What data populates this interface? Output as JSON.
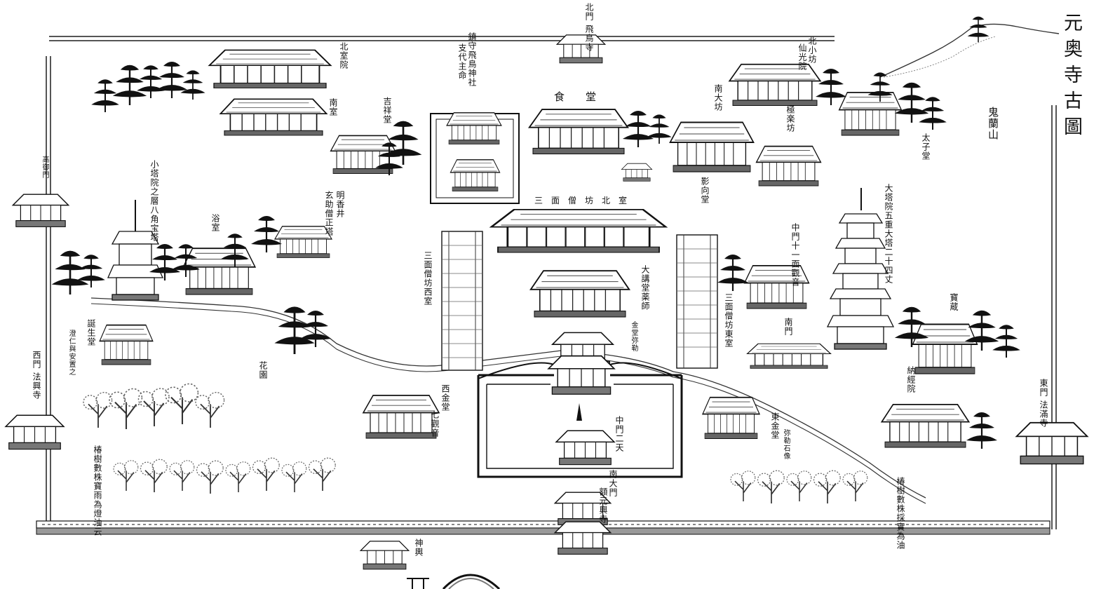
{
  "title": "元奥寺古圖",
  "colors": {
    "ink": "#111111",
    "paper": "#ffffff",
    "wall": "#555555"
  },
  "labels": {
    "north_gate": "北門 飛鳥寺",
    "hokushitsu_in": "北室院",
    "minami_shitsu": "南室",
    "shrine": "鎮守飛鳥神社",
    "shrine_sub": "支代主命",
    "kichijo_do": "吉祥堂",
    "jiki_do": "食堂",
    "kita_kobo": "北小坊",
    "senko_in": "仙光院",
    "minami_daibo": "南大坊",
    "gokuraku_bo": "極楽坊",
    "eikou_do": "影向堂",
    "taishi_do": "太子堂",
    "kiran_san": "鬼蘭山",
    "takamisu_gate": "高御門",
    "small_stupa": "小塔院之層八角宝塔",
    "myoko_sei": "明香井",
    "genjo_zo": "玄助僧正塔",
    "yoku_shitsu": "浴室",
    "sanmen_north": "三面僧坊北室",
    "sanmen_west": "三面僧坊西室",
    "sanmen_east": "三面僧坊東室",
    "chumon_kannon": "中門十一面觀音",
    "daito_in": "大塔院五重大塔二十四丈",
    "kodo": "大講堂薬師",
    "kondo": "金堂弥勒",
    "minami_mon": "南門",
    "hozo": "寶蔵",
    "tanjo_do": "誕生堂",
    "tanjo_sub": "澄仁與安置之",
    "west_gate": "西門 法興寺",
    "garden": "花園",
    "nishi_kondo": "西金堂",
    "nishi_kondo_sub": "七觀音",
    "chumon_ten": "中門二天",
    "higashi_kondo": "東金堂",
    "higashi_kondo_sub": "弥勒石像",
    "nokyo_in": "納經院",
    "east_gate": "東門 法滿寺",
    "tree_note_west": "椿樹數株寶雨為燈油云",
    "nandaimon": "南大門",
    "gankoji": "額元興寺",
    "tree_note_east": "椿樹數株採實為油",
    "mikoshi": "神輿"
  }
}
